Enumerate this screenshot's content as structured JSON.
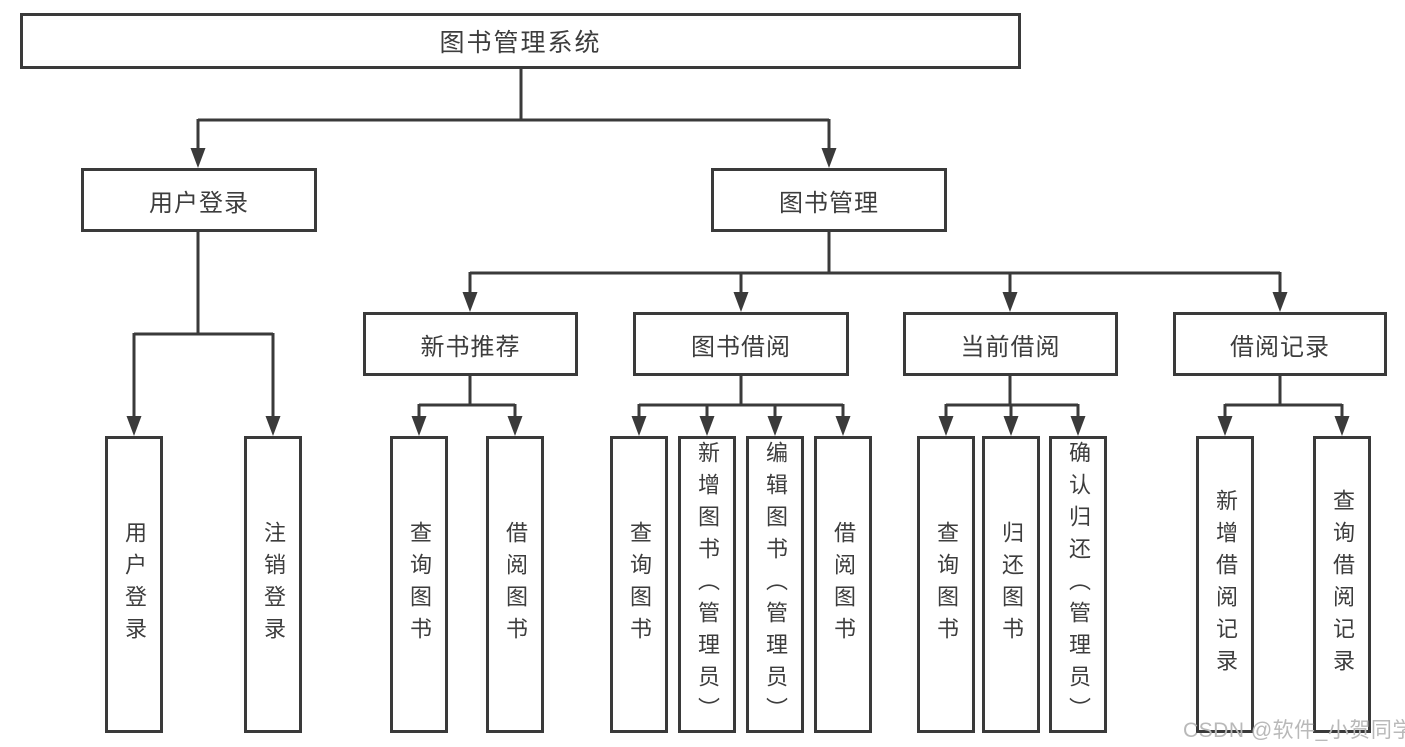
{
  "diagram_title": "图书管理系统",
  "tree": {
    "label": "图书管理系统",
    "children": [
      {
        "label": "用户登录",
        "children": [
          {
            "label": "用户登录"
          },
          {
            "label": "注销登录"
          }
        ]
      },
      {
        "label": "图书管理",
        "children": [
          {
            "label": "新书推荐",
            "children": [
              {
                "label": "查询图书"
              },
              {
                "label": "借阅图书"
              }
            ]
          },
          {
            "label": "图书借阅",
            "children": [
              {
                "label": "查询图书"
              },
              {
                "label": "新增图书（管理员）"
              },
              {
                "label": "编辑图书（管理员）"
              },
              {
                "label": "借阅图书"
              }
            ]
          },
          {
            "label": "当前借阅",
            "children": [
              {
                "label": "查询图书"
              },
              {
                "label": "归还图书"
              },
              {
                "label": "确认归还（管理员）"
              }
            ]
          },
          {
            "label": "借阅记录",
            "children": [
              {
                "label": "新增借阅记录"
              },
              {
                "label": "查询借阅记录"
              }
            ]
          }
        ]
      }
    ]
  },
  "watermark": "CSDN @软件_小贺同学",
  "colors": {
    "line": "#3a3a3a",
    "text": "#3d3d3d",
    "background": "#ffffff",
    "watermark": "#b9b9b9"
  }
}
